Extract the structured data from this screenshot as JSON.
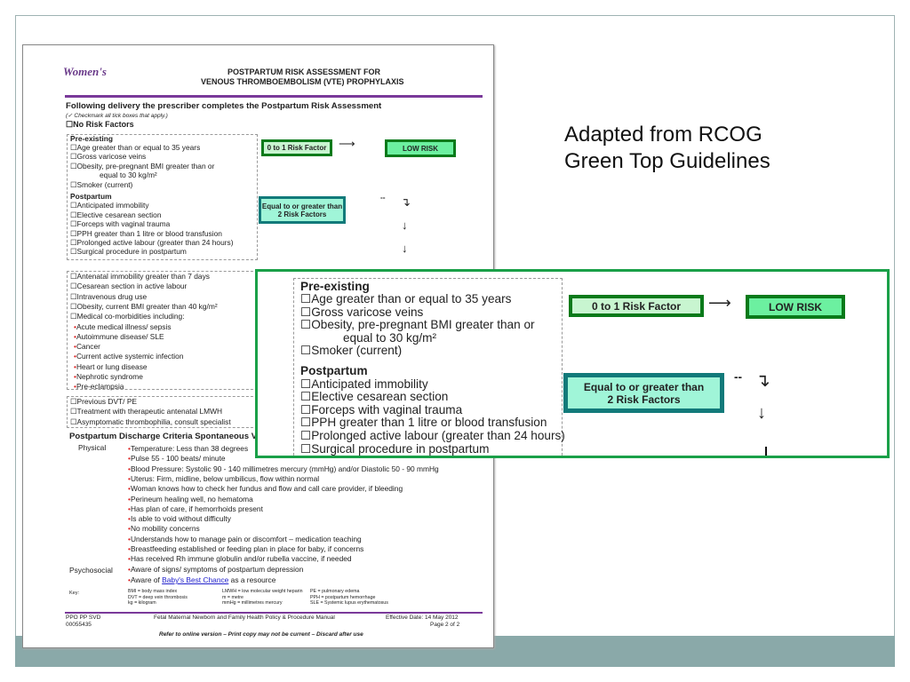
{
  "slide": {
    "note_line1": "Adapted from RCOG",
    "note_line2": "Green Top Guidelines",
    "accent": "#1aa048",
    "bar_color": "#8aa9a9"
  },
  "doc": {
    "logo_text": "Women's",
    "title_line1": "POSTPARTUM RISK ASSESSMENT FOR",
    "title_line2": "VENOUS THROMBOEMBOLISM (VTE) PROPHYLAXIS",
    "intro": "Following delivery the prescriber completes the Postpartum Risk Assessment",
    "instruction": "(✓ Checkmark all tick boxes that apply.)",
    "no_risk": "No Risk Factors",
    "pre_existing_heading": "Pre-existing",
    "pre_existing": [
      "Age greater than or equal to 35 years",
      "Gross varicose veins",
      "Obesity, pre-pregnant BMI greater than or",
      "Smoker (current)"
    ],
    "obesity_cont": "equal to 30 kg/m²",
    "postpartum_heading": "Postpartum",
    "postpartum": [
      "Anticipated immobility",
      "Elective cesarean section",
      "Forceps with vaginal trauma",
      "PPH greater than 1 litre or blood transfusion",
      "Prolonged active labour (greater than 24 hours)",
      "Surgical procedure in postpartum"
    ],
    "low_factor": "0 to 1 Risk Factor",
    "low_risk": "LOW RISK",
    "two_factors_line1": "Equal to or greater than",
    "two_factors_line2": "2 Risk Factors",
    "dash": "--",
    "group2": [
      "Antenatal immobility greater than 7 days",
      "Cesarean section in active labour",
      "Intravenous drug use",
      "Obesity, current BMI greater than 40 kg/m²",
      "Medical co-morbidities including:"
    ],
    "comorbidities": [
      "Acute medical illness/ sepsis",
      "Autoimmune disease/ SLE",
      "Cancer",
      "Current active systemic infection",
      "Heart or lung disease",
      "Nephrotic syndrome",
      "Pre-eclampsia"
    ],
    "group3": [
      "Previous DVT/ PE",
      "Treatment with therapeutic antenatal LMWH",
      "Asymptomatic thrombophilia, consult specialist"
    ],
    "discharge_heading": "Postpartum Discharge Criteria Spontaneous V",
    "physical_label": "Physical",
    "psychosocial_label": "Psychosocial",
    "criteria": [
      "Temperature: Less than 38 degrees",
      "Pulse 55 - 100 beats/ minute",
      "Blood Pressure: Systolic 90 - 140 millimetres mercury (mmHg) and/or Diastolic 50 - 90 mmHg",
      "Uterus: Firm, midline, below umbilicus, flow within normal",
      "Woman knows how to check her fundus and flow and call care provider, if bleeding",
      "Perineum healing well, no hematoma",
      "Has plan of care, if hemorrhoids present",
      "Is able to void without difficulty",
      "No mobility concerns",
      "Understands how to manage pain or discomfort – medication teaching",
      "Breastfeeding established or feeding plan in place for baby, if concerns",
      "Has received Rh immune globulin and/or rubella vaccine, if needed",
      "Aware of signs/ symptoms of postpartum depression"
    ],
    "last_prefix": "Aware of ",
    "last_link": "Baby's Best Chance",
    "last_suffix": " as a resource",
    "key_label": "Key:",
    "key": [
      [
        "BMI = body mass index",
        "DVT = deep vein thrombosis",
        "kg = kilogram"
      ],
      [
        "LMWH = low molecular weight heparin",
        "m = metre",
        "mmHg = millimetres mercury"
      ],
      [
        "PE = pulmonary edema",
        "PPH = postpartum hemorrhage",
        "SLE = Systemic lupus erythematosus"
      ]
    ],
    "footer_code1": "PPO PP SVD",
    "footer_code2": "00055435",
    "footer_manual": "Fetal Maternal Newborn and Family Health Policy & Procedure Manual",
    "footer_date": "Effective Date: 14 May 2012",
    "footer_page": "Page 2 of 2",
    "footer_note": "Refer to online version – Print copy may not be current – Discard after use",
    "purple": "#7a3a9a"
  }
}
